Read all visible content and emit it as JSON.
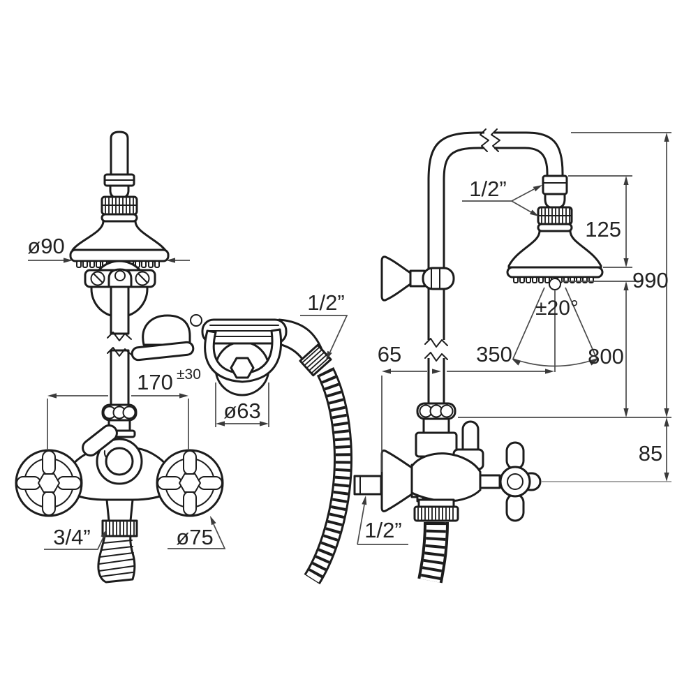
{
  "drawing": {
    "background": "#ffffff",
    "ink_color": "#1c1c1c",
    "dimension_color": "#4a4a4a",
    "labels": {
      "front": {
        "shower_head_diameter": "ø90",
        "valve_spacing": "170",
        "valve_spacing_tolerance": "±30",
        "holder_plate_diameter": "ø63",
        "outlet_thread": "3/4”",
        "handle_diameter": "ø75",
        "handshower_thread": "1/2”"
      },
      "side": {
        "head_thread": "1/2”",
        "head_height": "125",
        "total_height": "990",
        "spray_angle": "±20°",
        "wall_offset": "65",
        "head_reach": "350",
        "riser_height": "800",
        "body_drop": "85",
        "inlet_thread": "1/2”"
      }
    }
  }
}
